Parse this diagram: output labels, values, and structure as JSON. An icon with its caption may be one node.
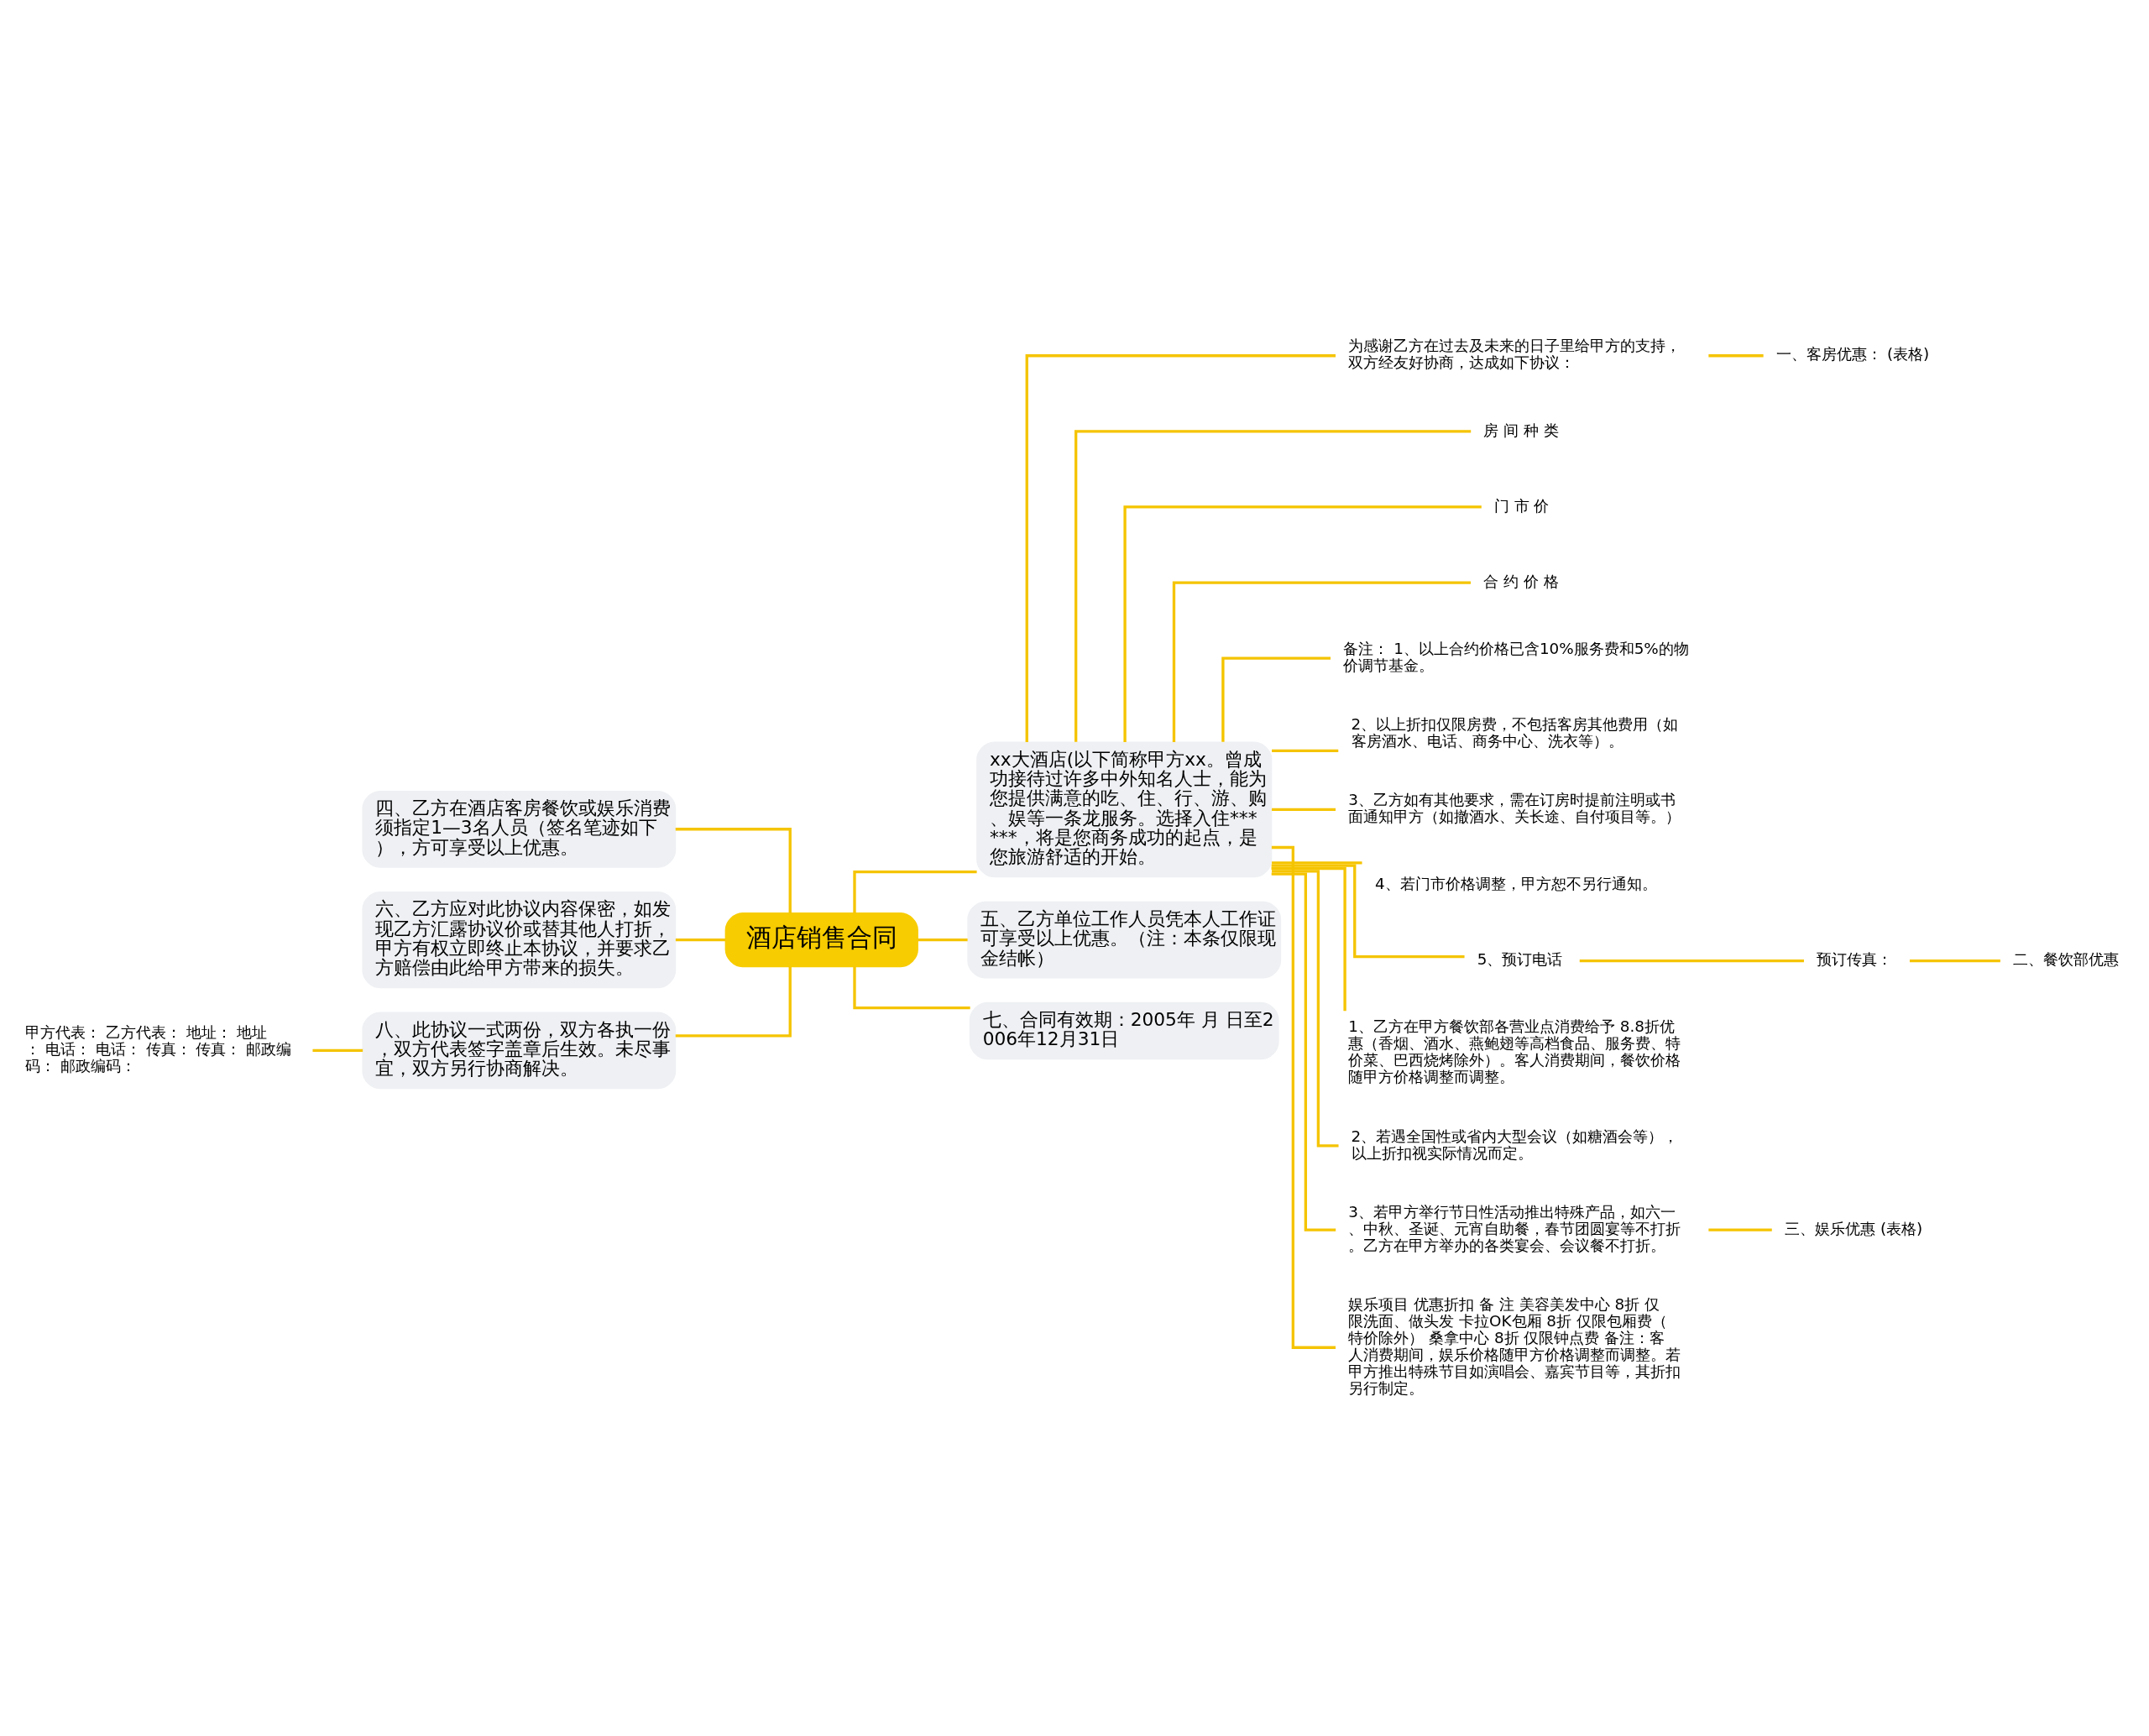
{
  "diagram": {
    "nodes": [
      {
        "text": [
          "酒店销售合同"
        ]
      },
      {
        "text": [
          "四、乙方在酒店客房餐饮或娱乐消费须指定1—3名人员（签名笔迹如下），方可享受以上优惠。"
        ]
      },
      {
        "text": [
          "六、乙方应对此协议内容保密，如发现乙方汇露协议价或替其他人打折，甲方有权立即终止本协议，并要求乙方赔偿由此给甲方带来的损失。"
        ]
      },
      {
        "text": [
          "八、此协议一式两份，双方各执一份，双方代表签字盖章后生效。未尽事宜，双方另行协商解决。"
        ]
      },
      {
        "text": [
          "甲方代表： 乙方代表： 地址： 地址： 电话： 电话： 传真： 传真： 邮政编码： 邮政编码："
        ]
      },
      {
        "text": [
          "xx大酒店(以下简称甲方xx。曾成功接待过许多中外知名人士，能为您提供满意的吃、住、行、游、购、娱等一条龙服务。选择入住******，将是您商务成功的起点，是您旅游舒适的开始。"
        ]
      },
      {
        "text": [
          "五、乙方单位工作人员凭本人工作证可享受以上优惠。（注：本条仅限现金结帐）"
        ]
      },
      {
        "text": [
          "七、合同有效期：2005年 月 日至2006年12月31日"
        ]
      },
      {
        "text": [
          "为感谢乙方在过去及未来的日子里给甲方的支持，双方经友好协商，达成如下协议："
        ]
      },
      {
        "text": [
          "房 间 种 类"
        ]
      },
      {
        "text": [
          "门 市 价"
        ]
      },
      {
        "text": [
          "合 约 价 格"
        ]
      },
      {
        "text": [
          "备注： 1、以上合约价格已含10%服务费和5%的物价调节基金。"
        ]
      },
      {
        "text": [
          "2、以上折扣仅限房费，不包括客房其他费用（如客房酒水、电话、商务中心、洗衣等）。"
        ]
      },
      {
        "text": [
          "3、乙方如有其他要求，需在订房时提前注明或书面通知甲方（如撤酒水、关长途、自付项目等。）"
        ]
      },
      {
        "text": [
          "4、若门市价格调整，甲方恕不另行通知。"
        ]
      },
      {
        "text": [
          "5、预订电话"
        ]
      },
      {
        "text": [
          "1、乙方在甲方餐饮部各营业点消费给予 8.8折优惠（香烟、酒水、燕鲍翅等高档食品、服务费、特价菜、巴西烧烤除外）。客人消费期间，餐饮价格随甲方价格调整而调整。"
        ]
      },
      {
        "text": [
          "2、若遇全国性或省内大型会议（如糖酒会等），以上折扣视实际情况而定。"
        ]
      },
      {
        "text": [
          "3、若甲方举行节日性活动推出特殊产品，如六一、中秋、圣诞、元宵自助餐，春节团圆宴等不打折。乙方在甲方举办的各类宴会、会议餐不打折。"
        ]
      },
      {
        "text": [
          "娱乐项目 优惠折扣 备 注 美容美发中心 8折 仅限洗面、做头发 卡拉OK包厢 8折 仅限包厢费（特价除外） 桑拿中心 8折 仅限钟点费 备注：客人消费期间，娱乐价格随甲方价格调整而调整。若甲方推出特殊节目如演唱会、嘉宾节目等，其折扣另行制定。"
        ]
      },
      {
        "text": [
          "一、客房优惠： (表格)"
        ]
      },
      {
        "text": [
          "预订传真："
        ]
      },
      {
        "text": [
          "二、餐饮部优惠"
        ]
      },
      {
        "text": [
          "三、娱乐优惠 (表格)"
        ]
      }
    ],
    "edges": [
      {
        "from": 0,
        "to": 1,
        "arrow": "none"
      },
      {
        "from": 0,
        "to": 2,
        "arrow": "none"
      },
      {
        "from": 0,
        "to": 3,
        "arrow": "none"
      },
      {
        "from": 3,
        "to": 4,
        "arrow": "none"
      },
      {
        "from": 0,
        "to": 5,
        "arrow": "none"
      },
      {
        "from": 0,
        "to": 6,
        "arrow": "none"
      },
      {
        "from": 0,
        "to": 7,
        "arrow": "none"
      },
      {
        "from": 5,
        "to": 8,
        "arrow": "none"
      },
      {
        "from": 5,
        "to": 9,
        "arrow": "none"
      },
      {
        "from": 5,
        "to": 10,
        "arrow": "none"
      },
      {
        "from": 5,
        "to": 11,
        "arrow": "none"
      },
      {
        "from": 5,
        "to": 12,
        "arrow": "none"
      },
      {
        "from": 5,
        "to": 13,
        "arrow": "none"
      },
      {
        "from": 5,
        "to": 14,
        "arrow": "none"
      },
      {
        "from": 5,
        "to": 15,
        "arrow": "none"
      },
      {
        "from": 5,
        "to": 16,
        "arrow": "none"
      },
      {
        "from": 5,
        "to": 17,
        "arrow": "none"
      },
      {
        "from": 5,
        "to": 18,
        "arrow": "none"
      },
      {
        "from": 5,
        "to": 19,
        "arrow": "none"
      },
      {
        "from": 5,
        "to": 20,
        "arrow": "none"
      },
      {
        "from": 8,
        "to": 21,
        "arrow": "none"
      },
      {
        "from": 16,
        "to": 22,
        "arrow": "none"
      },
      {
        "from": 22,
        "to": 23,
        "arrow": "none"
      },
      {
        "from": 19,
        "to": 24,
        "arrow": "none"
      }
    ]
  }
}
